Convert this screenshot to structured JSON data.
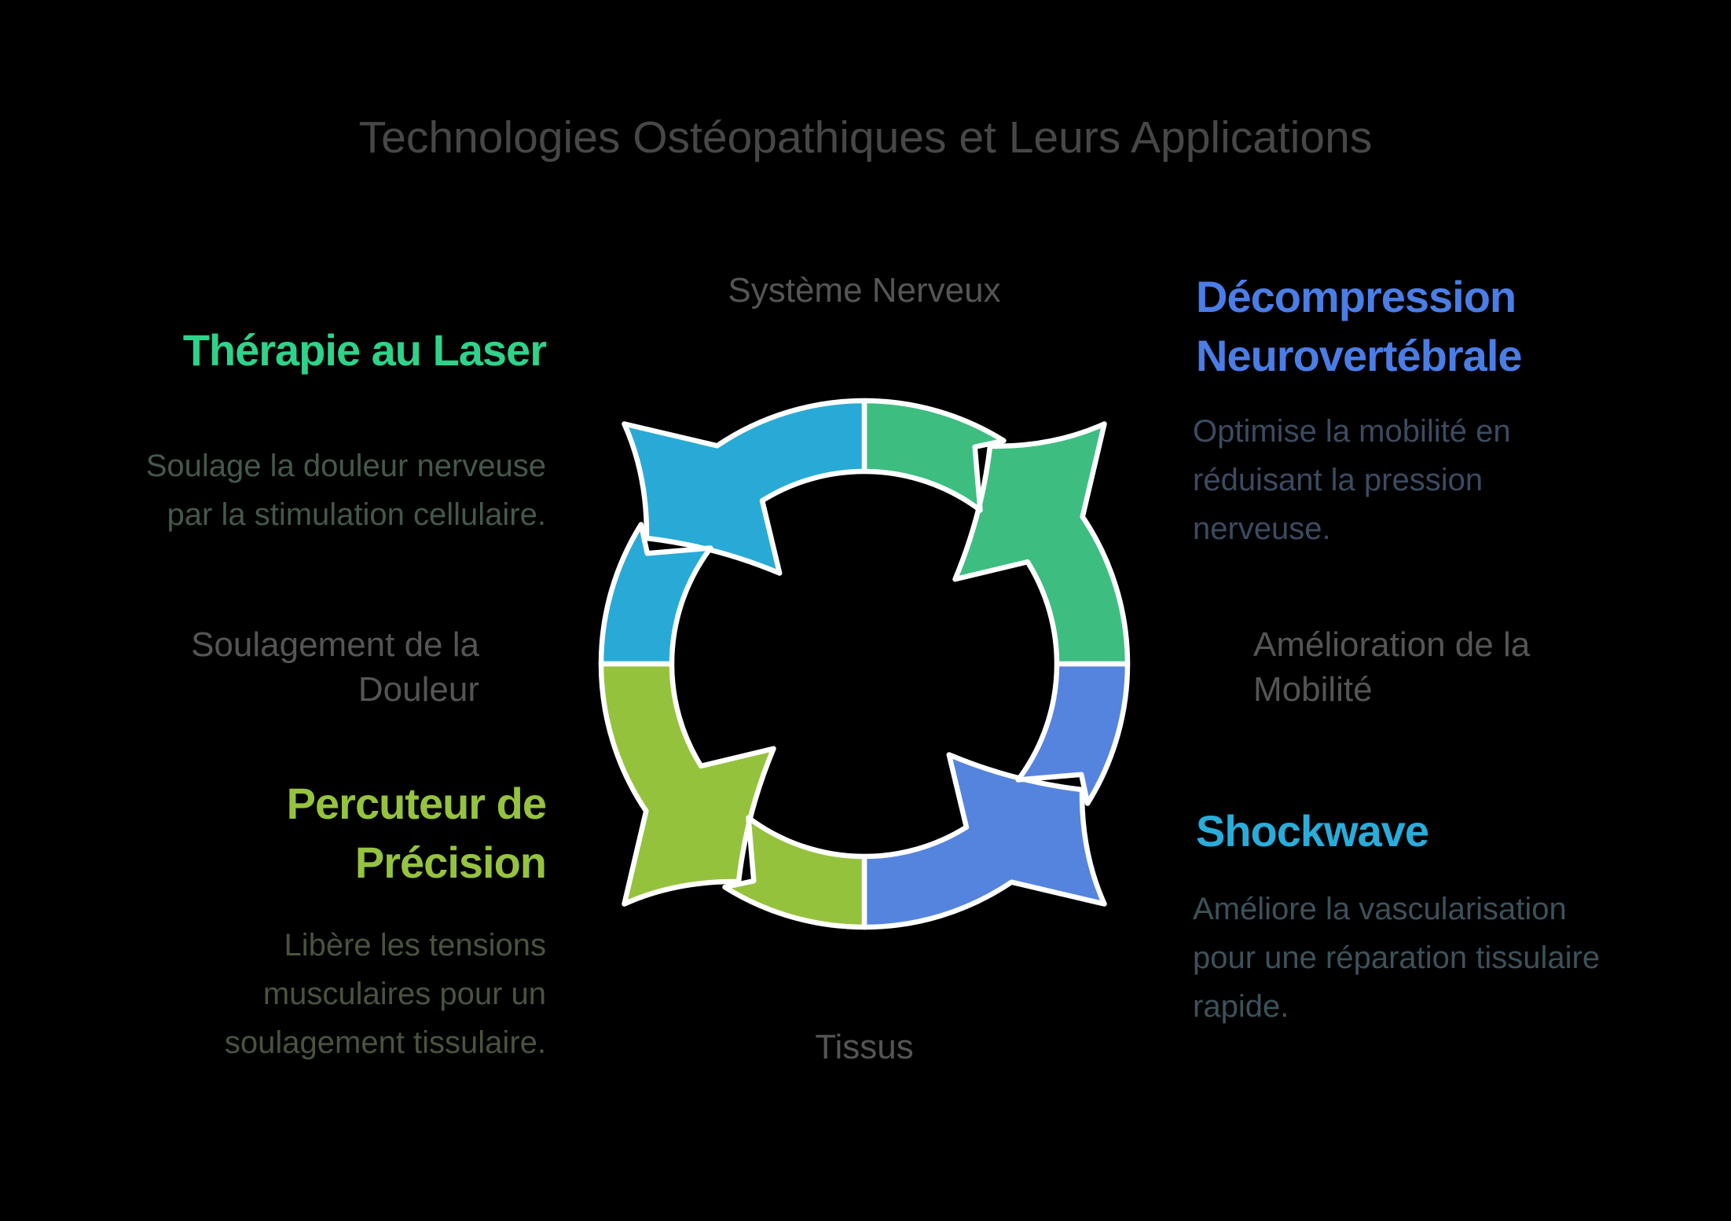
{
  "title": "Technologies Ostéopathiques et Leurs Applications",
  "colors": {
    "background": "#000000",
    "title_text": "#474747",
    "node_text": "#555555",
    "outline": "#FFFFFF"
  },
  "nodes": {
    "top": "Système Nerveux",
    "left": "Soulagement de la\nDouleur",
    "right": "Amélioration de la\nMobilité",
    "bottom": "Tissus"
  },
  "sections": {
    "laser": {
      "title": "Thérapie au Laser",
      "description": "Soulage la douleur nerveuse\npar la stimulation cellulaire.",
      "title_color": "#2ED389",
      "desc_color": "#45584C"
    },
    "decompression": {
      "title": "Décompression\nNeurovertébrale",
      "description": "Optimise la mobilité en\nréduisant la pression\nnerveuse.",
      "title_color": "#4A7DE6",
      "desc_color": "#3C4B61"
    },
    "percuteur": {
      "title": "Percuteur de\nPrécision",
      "description": "Libère les tensions\nmusculaires pour un\nsoulagement tissulaire.",
      "title_color": "#96C33F",
      "desc_color": "#4A533F"
    },
    "shockwave": {
      "title": "Shockwave",
      "description": "Améliore la vascularisation\npour une réparation tissulaire\nrapide.",
      "title_color": "#2AACDA",
      "desc_color": "#3C525B"
    }
  },
  "cycle": {
    "segments": [
      {
        "name": "laser-arrow",
        "color": "#29AAD6"
      },
      {
        "name": "decompression-arrow",
        "color": "#3EBD81"
      },
      {
        "name": "shockwave-arrow",
        "color": "#5584DF"
      },
      {
        "name": "percuteur-arrow",
        "color": "#95C23D"
      }
    ]
  }
}
